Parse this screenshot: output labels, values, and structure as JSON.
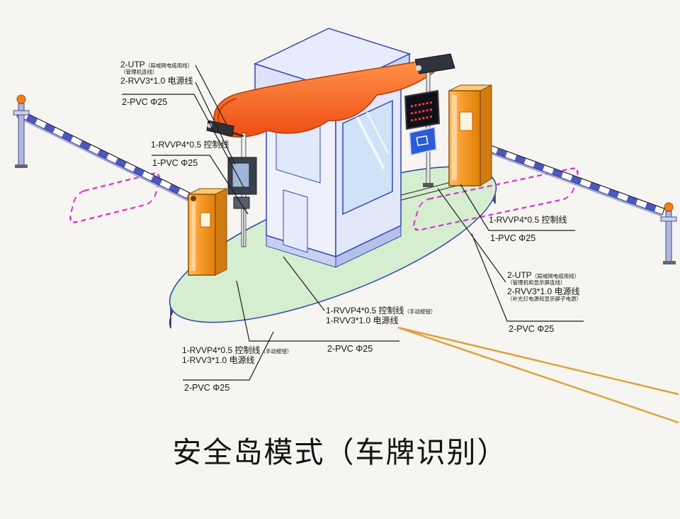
{
  "title": "安全岛模式（车牌识别）",
  "labels": {
    "top_left": {
      "utp": "2-UTP",
      "utp_note": "（局域网电缆用线）",
      "note2": "（管理机连线）",
      "power": "2-RVV3*1.0 电源线",
      "pvc": "2-PVC Φ25"
    },
    "left_mid": {
      "control": "1-RVVP4*0.5 控制线",
      "pvc": "1-PVC Φ25"
    },
    "right_mid": {
      "control": "1-RVVP4*0.5 控制线",
      "pvc": "1-PVC Φ25"
    },
    "right_lower": {
      "utp": "2-UTP",
      "utp_note": "（局域网电缆用线）",
      "note2": "（管理机和显示屏连线）",
      "power": "2-RVV3*1.0 电源线",
      "power_note": "（补光灯电源和显示屏子电源）",
      "pvc": "2-PVC Φ25"
    },
    "center_bottom": {
      "control": "1-RVVP4*0.5 控制线",
      "control_note": "（手动按钮）",
      "power": "1-RVV3*1.0 电源线",
      "pvc": "2-PVC Φ25"
    },
    "left_bottom": {
      "control": "1-RVVP4*0.5 控制线",
      "control_note": "（手动按钮）",
      "power": "1-RVV3*1.0 电源线",
      "pvc": "2-PVC Φ25"
    }
  },
  "colors": {
    "canopy": "#ee4d14",
    "cabinet": "#f59a2b",
    "island": "#d5eecf",
    "loop": "#d92fd0",
    "arm_blue": "#4d58c4",
    "led_red": "#ff3b30",
    "road_yellow": "#d9a43c"
  }
}
